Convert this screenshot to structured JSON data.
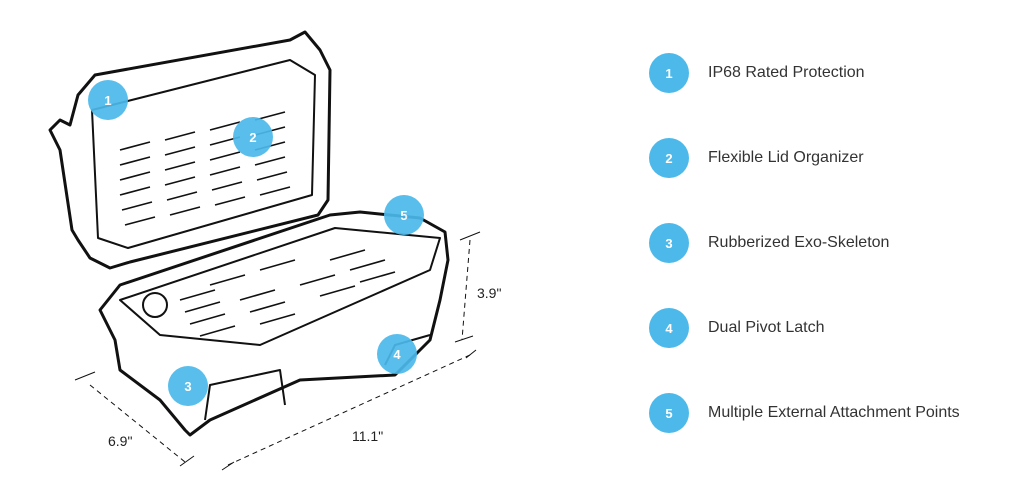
{
  "features": [
    {
      "number": "1",
      "label": "IP68 Rated Protection"
    },
    {
      "number": "2",
      "label": "Flexible Lid Organizer"
    },
    {
      "number": "3",
      "label": "Rubberized Exo-Skeleton"
    },
    {
      "number": "4",
      "label": "Dual Pivot Latch"
    },
    {
      "number": "5",
      "label": "Multiple External Attachment Points"
    }
  ],
  "dimensions": {
    "height": "3.9\"",
    "depth": "6.9\"",
    "length": "11.1\""
  },
  "colors": {
    "badge": "#4cb9ea",
    "text": "#333333"
  }
}
